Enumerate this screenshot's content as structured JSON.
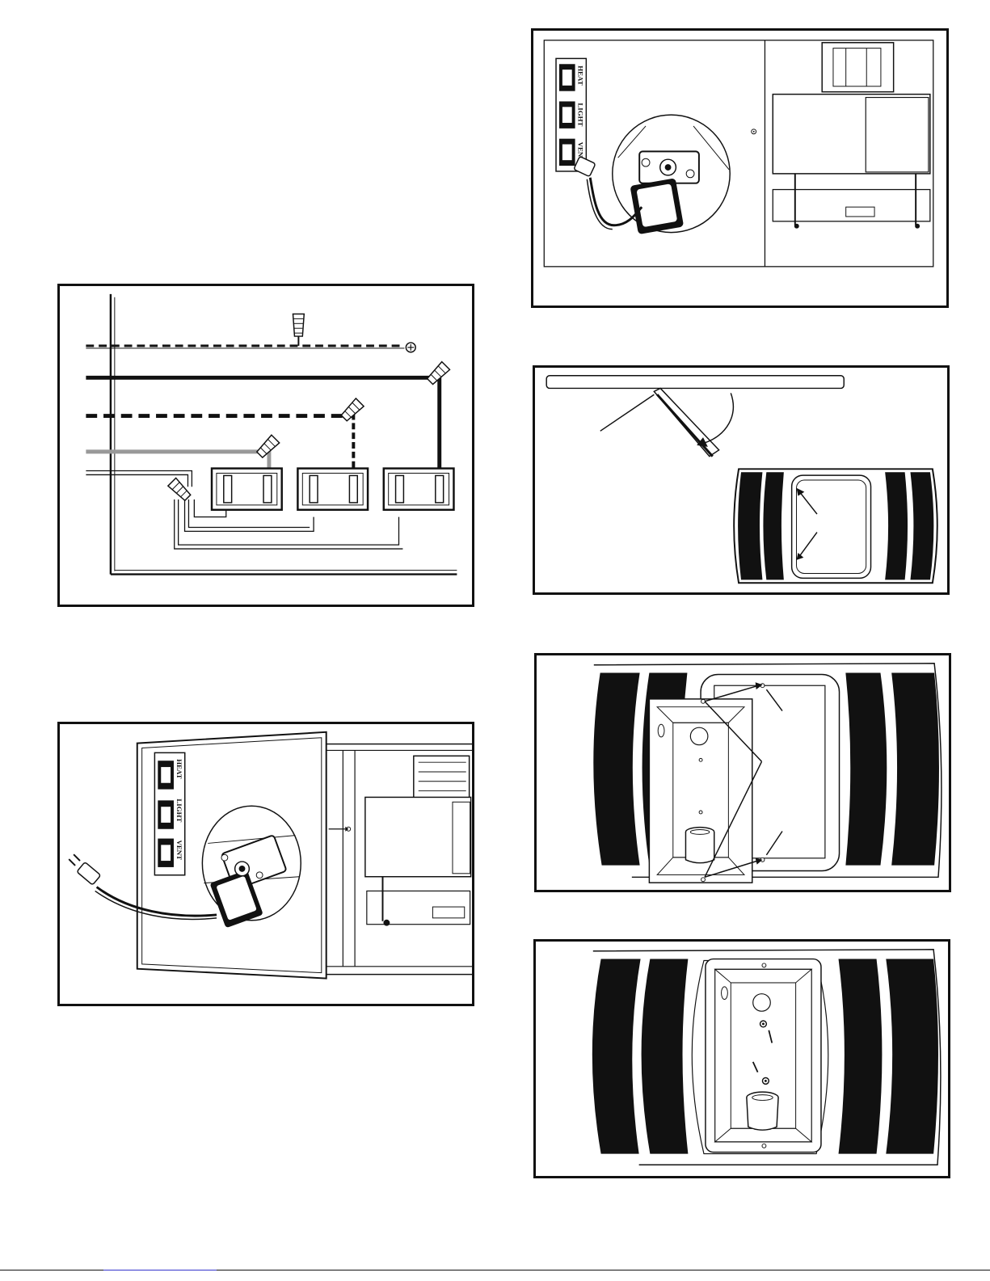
{
  "figures": {
    "access_panel_top": {
      "switch_labels": [
        "HEAT",
        "LIGHT",
        "VENT"
      ]
    },
    "access_panel_bottom": {
      "switch_labels": [
        "HEAT",
        "LIGHT",
        "VENT"
      ]
    }
  },
  "colors": {
    "line": "#111111",
    "fill_dark": "#111111",
    "wire_gray": "#999999",
    "link": "#3333cc"
  },
  "icons": [
    "wire-nut-icon",
    "ground-screw-icon",
    "rocker-switch-icon",
    "motor-plug-icon",
    "mounting-screw-icon",
    "lamp-socket-icon"
  ]
}
